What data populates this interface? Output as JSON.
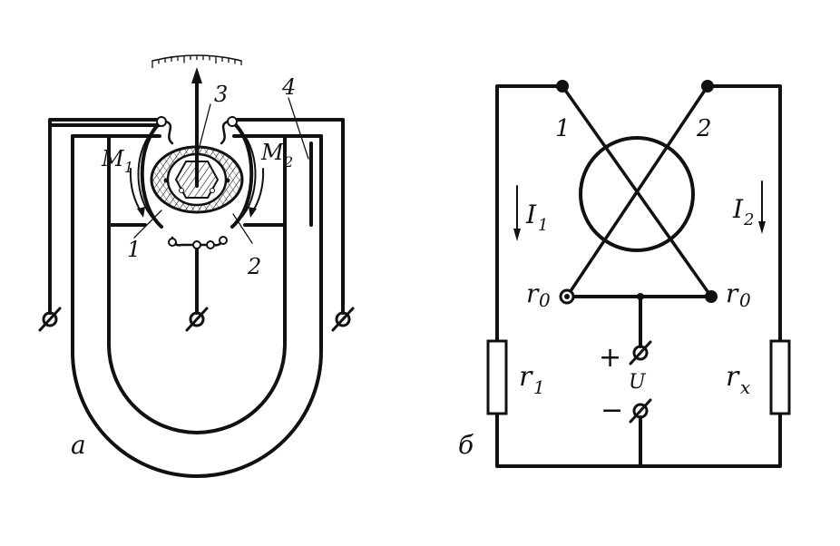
{
  "diagram_a": {
    "caption": "а",
    "labels": {
      "n1": "1",
      "n2": "2",
      "n3": "3",
      "n4": "4",
      "m1": "M",
      "m1_sub": "1",
      "m2": "M",
      "m2_sub": "2"
    }
  },
  "diagram_b": {
    "caption": "б",
    "labels": {
      "coil1": "1",
      "coil2": "2",
      "i1": "I",
      "i1_sub": "1",
      "i2": "I",
      "i2_sub": "2",
      "r0_left": "r",
      "r0_left_sub": "0",
      "r0_right": "r",
      "r0_right_sub": "0",
      "r1": "r",
      "r1_sub": "1",
      "rx": "r",
      "rx_sub": "x",
      "plus": "+",
      "u": "U",
      "minus": "−"
    }
  }
}
